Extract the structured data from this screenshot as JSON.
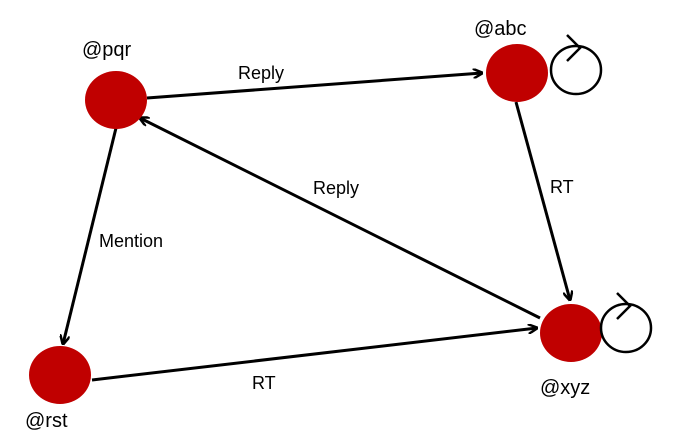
{
  "colors": {
    "node": "#c00000",
    "edge": "#000000"
  },
  "nodes": {
    "pqr": {
      "label": "@pqr"
    },
    "abc": {
      "label": "@abc",
      "self_loop": true
    },
    "xyz": {
      "label": "@xyz",
      "self_loop": true
    },
    "rst": {
      "label": "@rst"
    }
  },
  "edges": [
    {
      "from": "@pqr",
      "to": "@abc",
      "label": "Reply"
    },
    {
      "from": "@abc",
      "to": "@xyz",
      "label": "RT"
    },
    {
      "from": "@xyz",
      "to": "@pqr",
      "label": "Reply"
    },
    {
      "from": "@pqr",
      "to": "@rst",
      "label": "Mention"
    },
    {
      "from": "@rst",
      "to": "@xyz",
      "label": "RT"
    }
  ]
}
